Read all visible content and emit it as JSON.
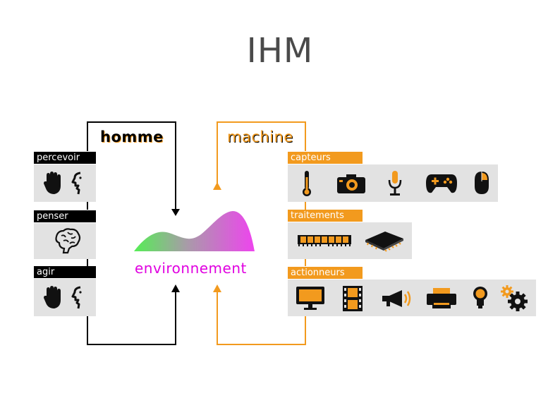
{
  "title": "IHM",
  "human": {
    "heading": "homme",
    "sections": [
      {
        "label": "percevoir",
        "icons": [
          "hand-icon",
          "face-profile-icon"
        ]
      },
      {
        "label": "penser",
        "icons": [
          "brain-icon"
        ]
      },
      {
        "label": "agir",
        "icons": [
          "hand-icon",
          "face-profile-icon"
        ]
      }
    ]
  },
  "machine": {
    "heading": "machine",
    "sections": [
      {
        "label": "capteurs",
        "icons": [
          "thermometer-icon",
          "camera-icon",
          "microphone-icon",
          "gamepad-icon",
          "mouse-icon"
        ]
      },
      {
        "label": "traitements",
        "icons": [
          "memory-module-icon",
          "microchip-icon"
        ]
      },
      {
        "label": "actionneurs",
        "icons": [
          "monitor-icon",
          "film-icon",
          "loudspeaker-icon",
          "printer-icon",
          "lightbulb-icon",
          "gears-icon"
        ]
      }
    ]
  },
  "environment": {
    "label": "environnement"
  },
  "colors": {
    "accent": "#f29a1e",
    "environment_text": "#e000e0",
    "gradient_start": "#55ee55",
    "gradient_end": "#ee44ee",
    "panel": "#e2e2e2",
    "human_line": "#000000"
  }
}
